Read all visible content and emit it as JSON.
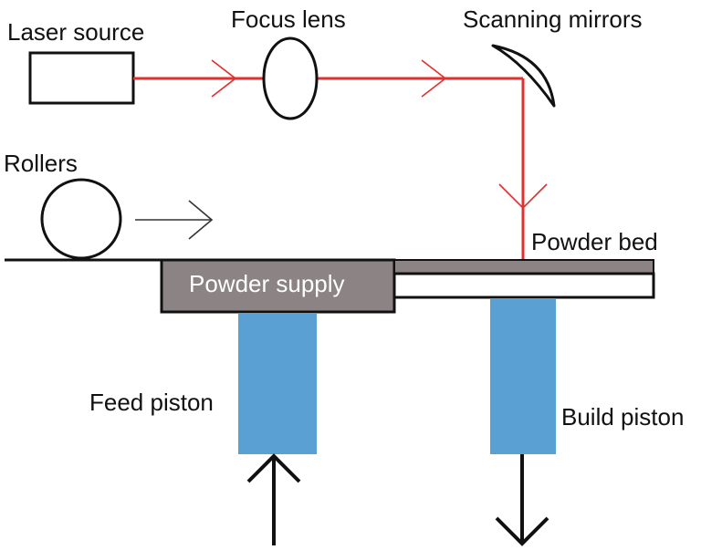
{
  "labels": {
    "laser_source": "Laser source",
    "focus_lens": "Focus lens",
    "scanning_mirrors": "Scanning mirrors",
    "rollers": "Rollers",
    "powder_bed": "Powder bed",
    "powder_supply": "Powder supply",
    "feed_piston": "Feed piston",
    "build_piston": "Build piston"
  },
  "colors": {
    "laser_beam": "#e03030",
    "piston": "#5aa0d2",
    "powder": "#8c8484",
    "outline": "#111111",
    "background": "#ffffff"
  },
  "motion": {
    "roller_direction": "right",
    "feed_piston_direction": "up",
    "build_piston_direction": "down"
  }
}
